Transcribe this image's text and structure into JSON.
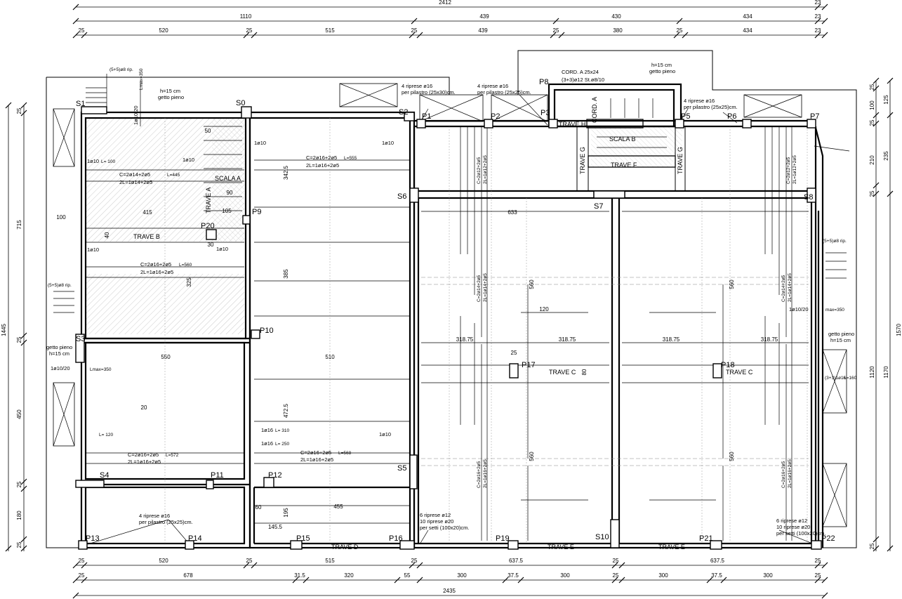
{
  "dims_top": {
    "row1": [
      "2412",
      "23"
    ],
    "row2": [
      "1110",
      "439",
      "430",
      "434",
      "23"
    ],
    "row3": [
      "25",
      "520",
      "25",
      "515",
      "25",
      "439",
      "25",
      "380",
      "25",
      "434",
      "23"
    ]
  },
  "dims_bottom": {
    "row1": [
      "25",
      "520",
      "25",
      "515",
      "25",
      "637.5",
      "25",
      "637.5",
      "25"
    ],
    "row2": [
      "25",
      "678",
      "31.5",
      "320",
      "55",
      "300",
      "37.5",
      "300",
      "25",
      "300",
      "37.5",
      "300",
      "25"
    ],
    "row3": [
      "2435"
    ]
  },
  "dims_left": {
    "inner": [
      "25",
      "715",
      "25",
      "450",
      "25",
      "180",
      "25"
    ],
    "outer": [
      "1445"
    ]
  },
  "dims_right": {
    "inner": [
      "25",
      "100",
      "25",
      "210",
      "25",
      "1120",
      "25"
    ],
    "outer": [
      "125",
      "235",
      "1170",
      "1570"
    ]
  },
  "columns": [
    "S1",
    "S0",
    "S2",
    "P1",
    "P2",
    "P3",
    "P8",
    "P5",
    "P6",
    "P7",
    "S6",
    "S7",
    "S8",
    "P9",
    "P20",
    "P10",
    "S3",
    "P17",
    "P18",
    "S4",
    "P11",
    "P12",
    "S5",
    "P13",
    "P14",
    "P15",
    "P16",
    "P19",
    "S10",
    "P21",
    "P22"
  ],
  "beams": {
    "trave_a": "TRAVE A",
    "trave_b": "TRAVE B",
    "trave_c1": "TRAVE C",
    "trave_c2": "TRAVE C",
    "trave_d": "TRAVE D",
    "trave_e1": "TRAVE E",
    "trave_e2": "TRAVE E",
    "trave_f": "TRAVE F",
    "trave_g1": "TRAVE G",
    "trave_g2": "TRAVE G",
    "trave_h": "TRAVE H",
    "scala_a": "SCALA A",
    "scala_b": "SCALA B",
    "cord_a": "CORD. A"
  },
  "notes": {
    "cord_a_top": "CORD. A 25x24",
    "cord_a_bars": "(3+3)ø12 St.ø8/10",
    "getto1": "h=15 cm",
    "getto1b": "getto pieno",
    "getto2": "h=15 cm",
    "getto2b": "getto pieno",
    "getto3a": "getto pieno",
    "getto3b": "h=15 cm",
    "getto4a": "getto pieno",
    "getto4b": "h=15 cm",
    "rip1": "(5+5)ø8 rip.",
    "rip2": "(5+5)ø8 rip.",
    "rip3": "(5+5)ø8 rip.",
    "rip4": "(3+3)1ø16",
    "rip4L": "L=160",
    "ripr1a": "4 riprese ø16",
    "ripr1b": "per pilastro (25x30)cm.",
    "ripr2a": "4 riprese ø16",
    "ripr2b": "per pilastro (25x25)cm.",
    "ripr3a": "4 riprese ø16",
    "ripr3b": "per pilastro (25x25)cm.",
    "ripr4a": "4 riprese ø16",
    "ripr4b": "per pilastro (25x25)cm.",
    "setti1a": "6 riprese ø12",
    "setti1b": "10 riprese ø20",
    "setti1c": "per setti (100x20)cm.",
    "setti2a": "6 riprese ø12",
    "setti2b": "10 riprese ø20",
    "setti2c": "per setti (100x20)cm.",
    "lmax1": "Lmax=350",
    "lmax2": "Lmax=350",
    "lmax3": "max=350"
  },
  "rebar": {
    "c1": "C=2ø14+2ø5",
    "c1b": "2L=1ø14+2ø5",
    "c1L": "L=445",
    "c2": "C=2ø16+2ø5",
    "c2b": "2L=1ø16+2ø5",
    "c2L": "L=555",
    "c3": "C=2ø16+2ø5",
    "c3b": "2L=1ø16+2ø5",
    "c3L": "L=560",
    "c4": "C=2ø16+2ø5",
    "c4b": "2L=1ø16+2ø5",
    "c4L": "L=572",
    "c5": "C=2ø16+2ø5",
    "c5b": "2L=1ø16+2ø5",
    "c5L": "L=568",
    "b1": "1ø10/20",
    "b2": "1ø10/20",
    "b3": "1ø10/20",
    "b4": "1ø10",
    "b5": "1ø10",
    "b6": "1ø10",
    "b7": "1ø10",
    "b8": "1ø10",
    "b9": "1ø10",
    "b10": "1ø16",
    "b11": "1ø16",
    "b12": "1ø10",
    "L100": "L= 100",
    "L120": "L= 120",
    "L310": "L= 310",
    "L250": "L= 250",
    "v1": "C=2ø14+2ø5",
    "v1b": "2L=1ø14+2ø5",
    "v2": "C=2ø16+2ø5",
    "v2b": "2L=1ø16+2ø5",
    "v3": "C=2ø14+2ø5",
    "v3b": "2L=1ø14+2ø5",
    "v4": "C=2ø16+2ø5",
    "v4b": "2L=1ø16+2ø5",
    "v5": "C=2ø12+2ø5",
    "v5b": "2L=1ø12+2ø5",
    "v6": "C=2ø12+2ø5",
    "v6b": "2L=1ø12+2ø5"
  },
  "inner_dims": {
    "d633": "633",
    "d550": "550",
    "d510": "510",
    "d415": "415",
    "d385": "385",
    "d342": "342.5",
    "d472": "472.5",
    "d325": "325",
    "d455": "455",
    "d145": "145.5",
    "d318a": "318.75",
    "d318b": "318.75",
    "d318c": "318.75",
    "d318d": "318.75",
    "d560a": "560",
    "d560b": "560",
    "d560c": "560",
    "d560d": "560",
    "d120": "120",
    "d100": "100",
    "d105": "105",
    "d90": "90",
    "d50": "50",
    "d40": "40",
    "d30": "30",
    "d25": "25",
    "d20": "20",
    "d80": "80",
    "d195": "195",
    "d60": "60"
  }
}
